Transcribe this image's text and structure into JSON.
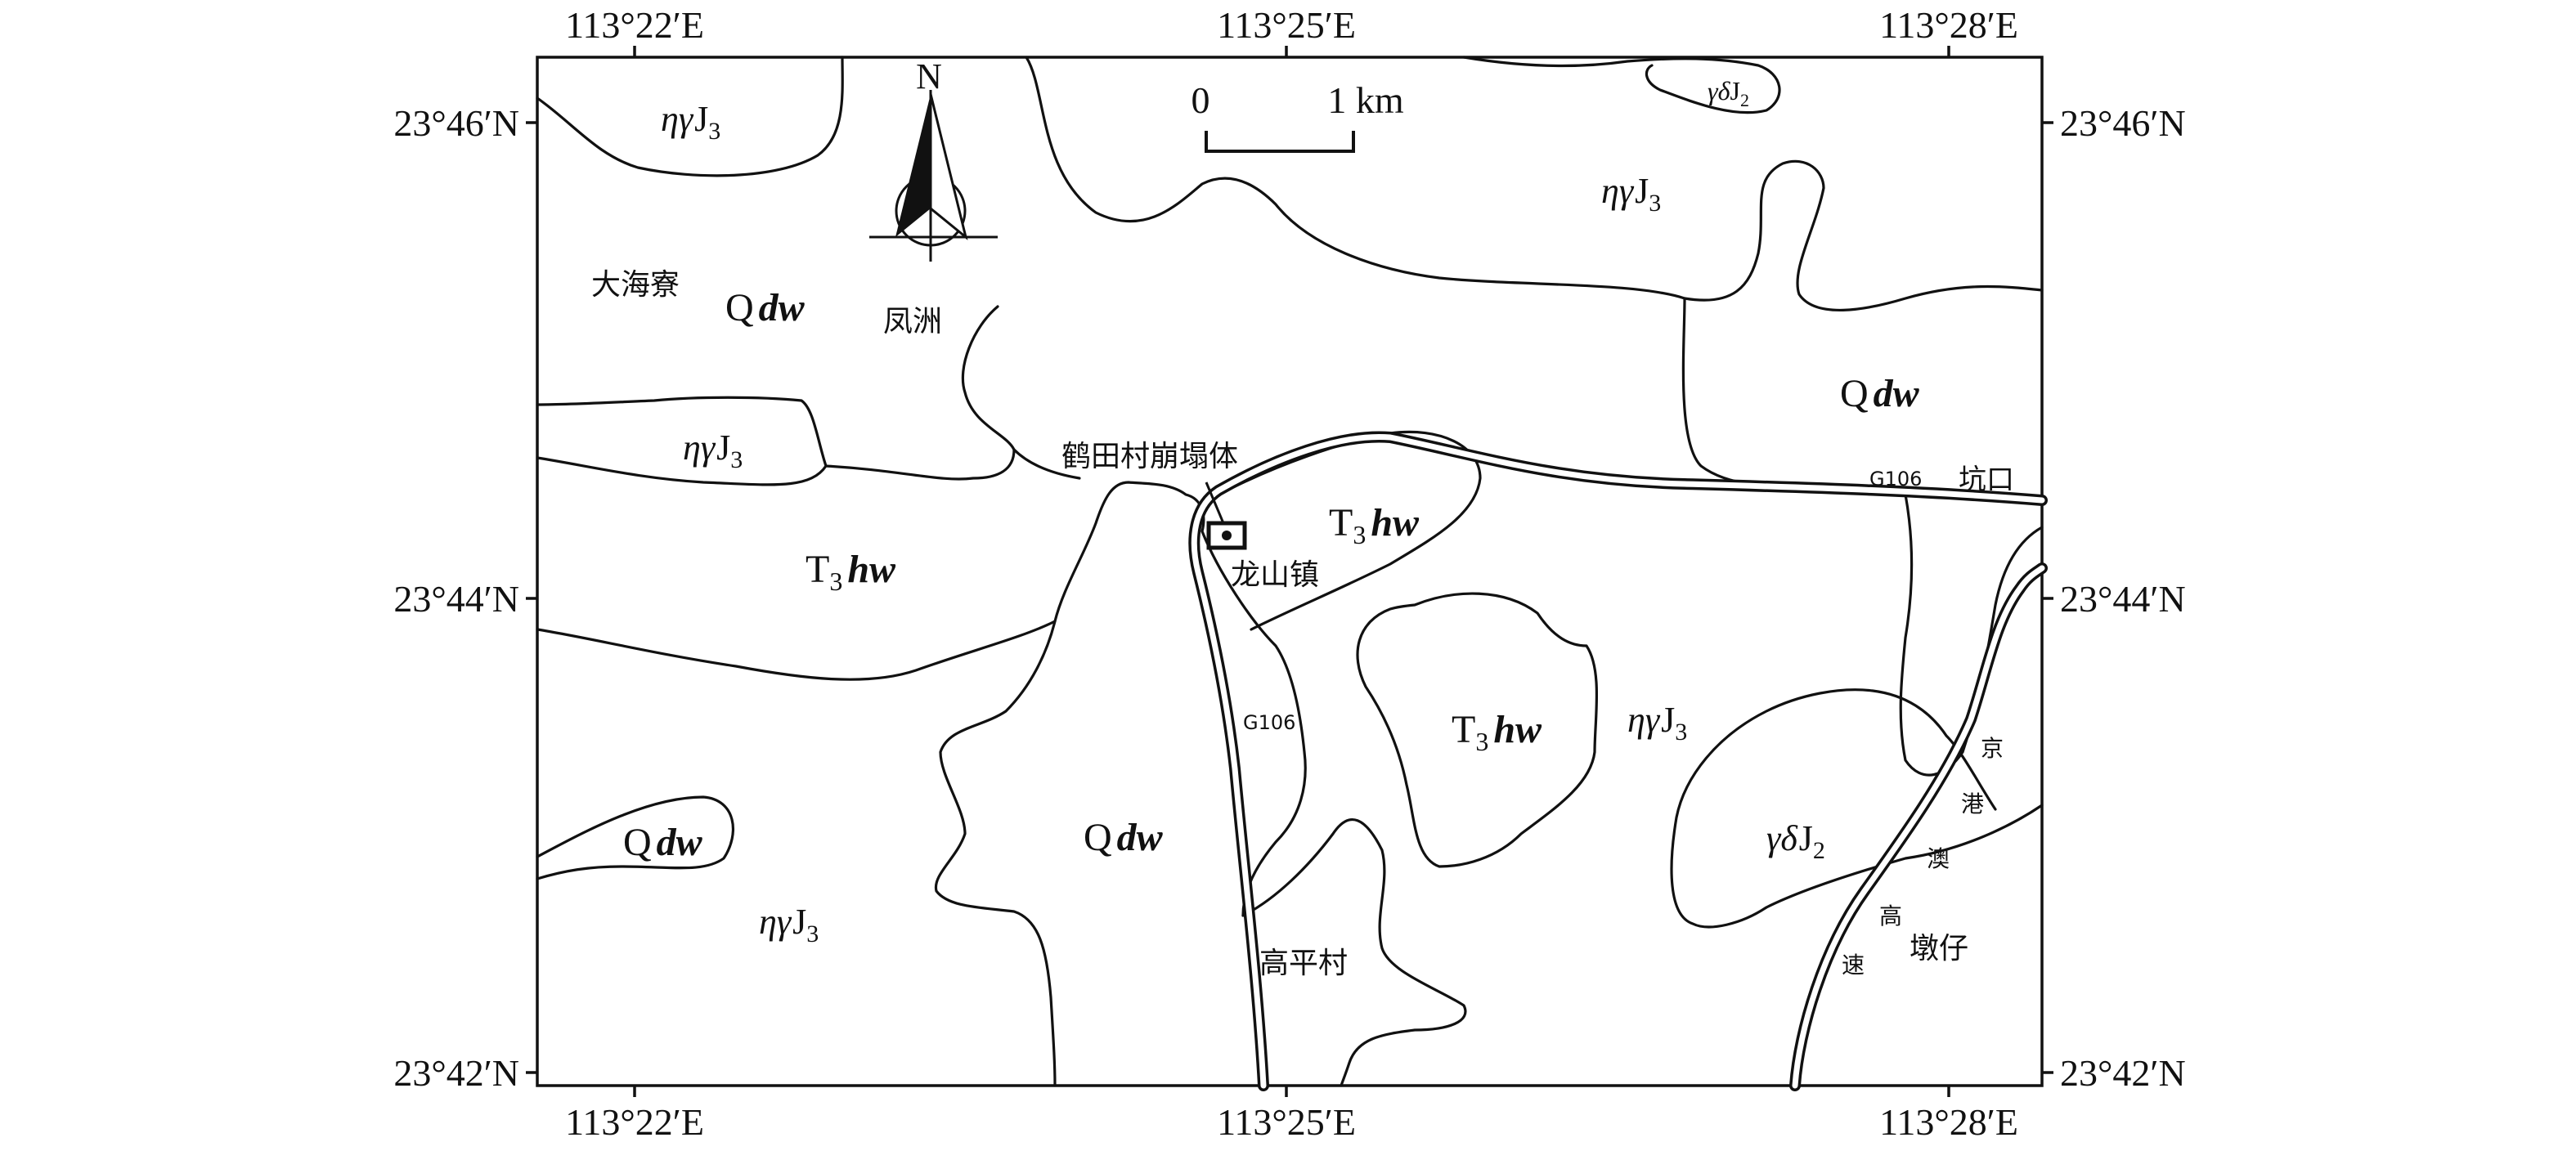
{
  "map": {
    "coordinates": {
      "lon_left": "113°22′E",
      "lon_mid": "113°25′E",
      "lon_right": "113°28′E",
      "lat_top": "23°46′N",
      "lat_mid": "23°44′N",
      "lat_bottom": "23°42′N"
    },
    "north_arrow": {
      "label": "N"
    },
    "scale_bar": {
      "start": "0",
      "end": "1 km"
    },
    "place_names": {
      "dahailiao": "大海寮",
      "fengzhou": "凤洲",
      "landslide": "鹤田村崩塌体",
      "longshan": "龙山镇",
      "gaoping": "高平村",
      "kengkou": "坑口",
      "dunzai": "墩仔"
    },
    "roads": {
      "g106_a": "G106",
      "g106_b": "G106",
      "expressway": [
        "京",
        "港",
        "澳",
        "高",
        "速"
      ]
    },
    "units": {
      "q_prefix": "Q",
      "q_suffix": "dw",
      "t_prefix": "T",
      "t_sub": "3",
      "t_suffix": "hw",
      "eta_prefix": "ηγ",
      "eta_j": "J",
      "eta_sub": "3",
      "gamma_prefix": "γδ",
      "gamma_j": "J",
      "gamma_sub": "2"
    },
    "colors": {
      "line": "#111111",
      "background": "#ffffff"
    }
  }
}
